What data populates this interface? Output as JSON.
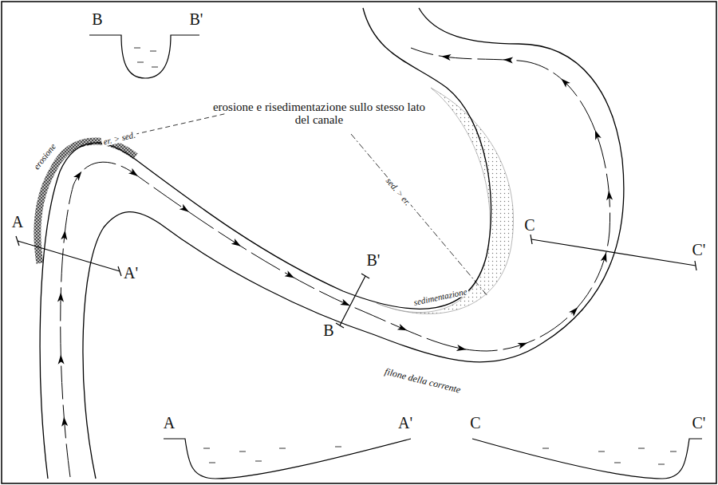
{
  "diagram": {
    "labels": [
      "B",
      "B'",
      "A",
      "A'",
      "erosione",
      "er. > sed.",
      "erosione e risedimentazione sullo stesso lato del canale",
      "sed. > er.",
      "C",
      "C'",
      "B'",
      "B",
      "sedimentazione",
      "filone della corrente",
      "A",
      "A'",
      "C",
      "C'"
    ]
  }
}
